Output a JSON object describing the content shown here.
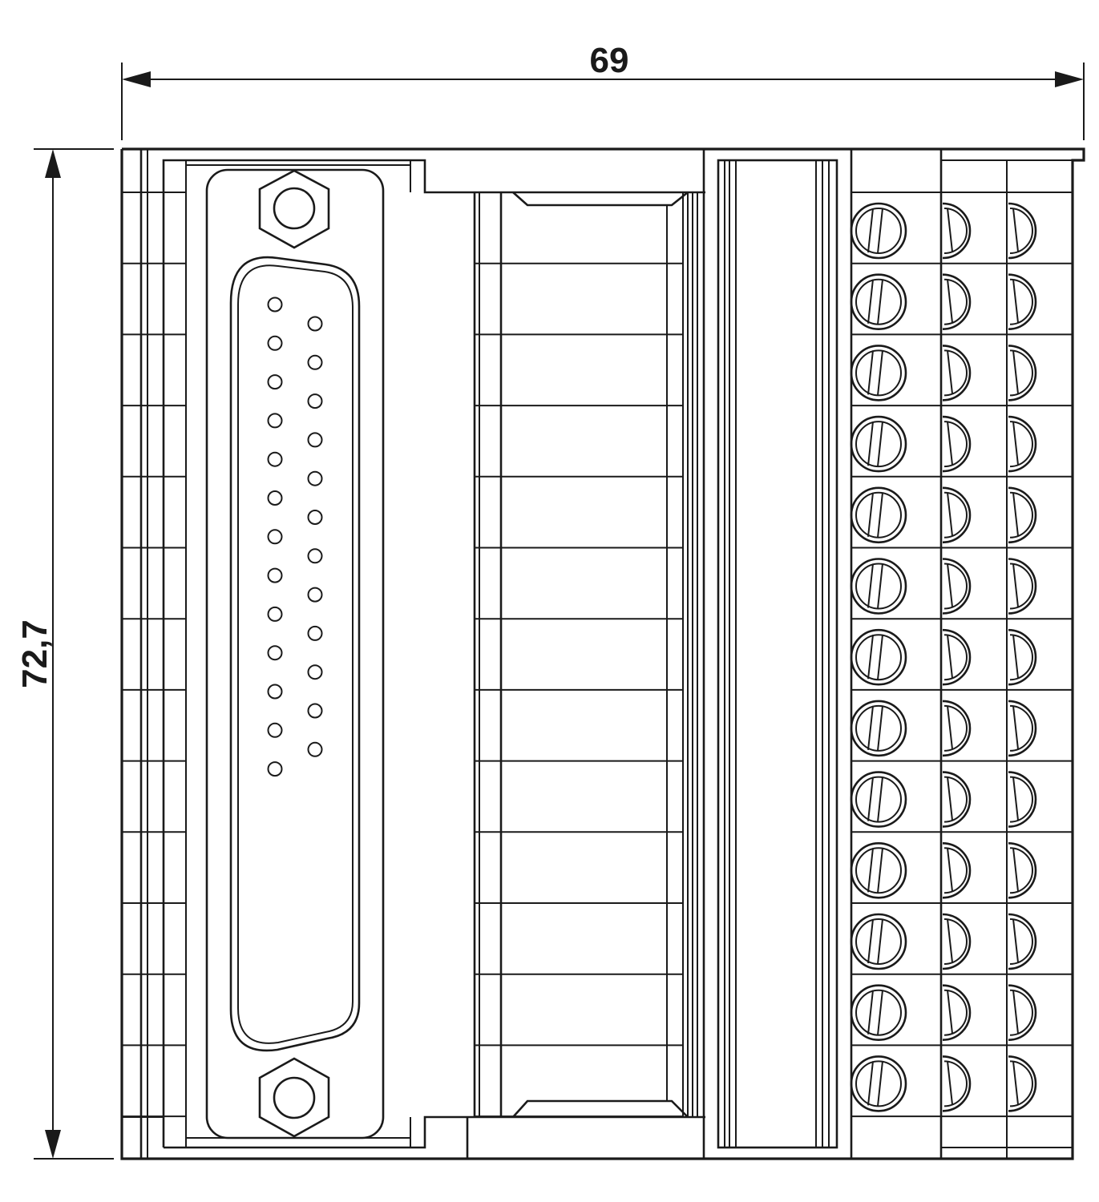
{
  "dimensions": {
    "width_label": "69",
    "height_label": "72,7"
  },
  "connector": {
    "pins_top_row": 13,
    "pins_bottom_row": 12
  },
  "terminals": {
    "rows": 13,
    "columns": 3
  },
  "colors": {
    "line": "#1a1a1a",
    "background": "#ffffff"
  }
}
